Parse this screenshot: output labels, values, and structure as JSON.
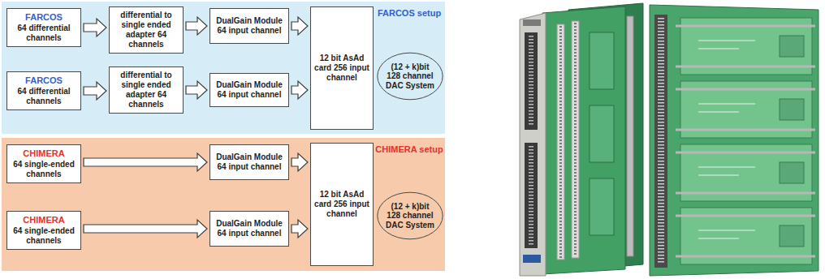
{
  "diagram": {
    "nodes": [
      {
        "text": [
          "FARCOS setup"
        ]
      },
      {
        "text": [
          "FARCOS",
          "64 differential channels"
        ],
        "in": 0
      },
      {
        "text": [
          "differential to single ended adapter 64 channels"
        ],
        "in": 0
      },
      {
        "text": [
          "DualGain Module 64 input channel"
        ],
        "in": 0
      },
      {
        "text": [
          "12 bit AsAd card 256 input channel"
        ],
        "in": 0
      },
      {
        "text": [
          "(12 + k)bit 128 channel DAC System"
        ],
        "in": 0
      },
      {
        "text": [
          "FARCOS",
          "64 differential channels"
        ],
        "in": 0
      },
      {
        "text": [
          "differential to single ended adapter 64 channels"
        ],
        "in": 0
      },
      {
        "text": [
          "DualGain Module 64 input channel"
        ],
        "in": 0
      },
      {
        "text": [
          "CHIMERA setup"
        ]
      },
      {
        "text": [
          "CHIMERA",
          "64 single-ended channels"
        ],
        "in": 9
      },
      {
        "text": [
          "DualGain Module 64 input channel"
        ],
        "in": 9
      },
      {
        "text": [
          "12 bit AsAd card 256 input channel"
        ],
        "in": 9
      },
      {
        "text": [
          "(12 + k)bit 128 channel DAC System"
        ],
        "in": 9
      },
      {
        "text": [
          "CHIMERA",
          "64 single-ended channels"
        ],
        "in": 9
      },
      {
        "text": [
          "DualGain Module 64 input channel"
        ],
        "in": 9
      }
    ],
    "edges": [
      {
        "from": 1,
        "to": 2,
        "arrow": "to"
      },
      {
        "from": 2,
        "to": 3,
        "arrow": "to"
      },
      {
        "from": 3,
        "to": 4,
        "arrow": "to"
      },
      {
        "from": 6,
        "to": 7,
        "arrow": "to"
      },
      {
        "from": 7,
        "to": 8,
        "arrow": "to"
      },
      {
        "from": 8,
        "to": 4,
        "arrow": "to"
      },
      {
        "from": 10,
        "to": 11,
        "arrow": "to"
      },
      {
        "from": 11,
        "to": 12,
        "arrow": "to"
      },
      {
        "from": 14,
        "to": 15,
        "arrow": "to"
      },
      {
        "from": 15,
        "to": 12,
        "arrow": "to"
      }
    ]
  }
}
